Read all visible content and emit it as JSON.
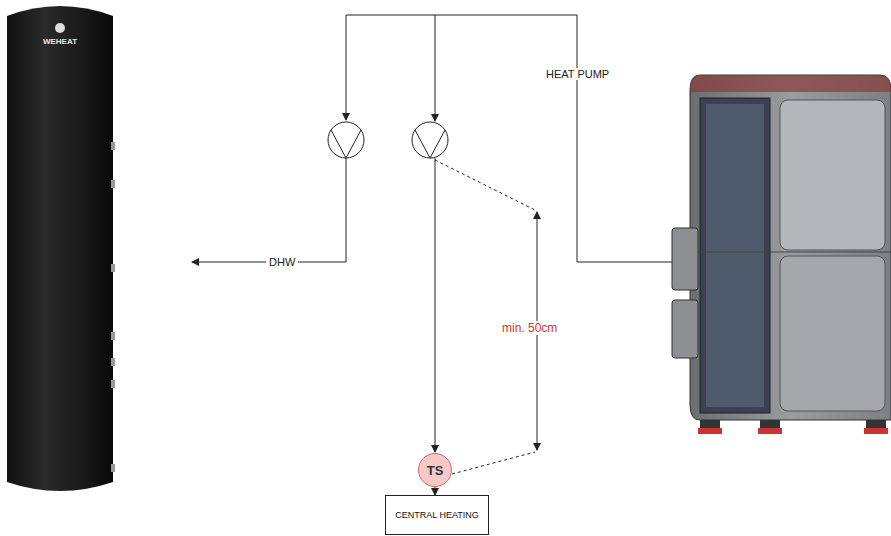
{
  "diagram": {
    "nodes": [
      {
        "text": [
          "WEHEAT"
        ]
      },
      {
        "text": [
          "TS"
        ]
      },
      {
        "text": [
          "CENTRAL HEATING"
        ]
      }
    ],
    "edges": [
      {
        "from": 1,
        "to": 2,
        "arrow": "to"
      }
    ],
    "labels": [
      "DHW",
      "HEAT PUMP",
      "min. 50cm"
    ]
  }
}
